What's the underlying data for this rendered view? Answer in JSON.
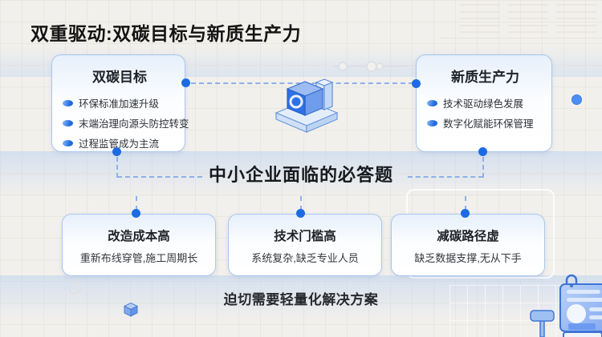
{
  "slide": {
    "title": "双重驱动:双碳目标与新质生产力",
    "section_title": "中小企业面临的必答题",
    "footer_note": "迫切需要轻量化解决方案"
  },
  "top_cards": [
    {
      "title": "双碳目标",
      "bullets": [
        "环保标准加速升级",
        "末端治理向源头防控转变",
        "过程监管成为主流"
      ]
    },
    {
      "title": "新质生产力",
      "bullets": [
        "技术驱动绿色发展",
        "数字化赋能环保管理"
      ]
    }
  ],
  "bottom_cards": [
    {
      "title": "改造成本高",
      "desc": "重新布线穿管,施工周期长"
    },
    {
      "title": "技术门槛高",
      "desc": "系统复杂,缺乏专业人员"
    },
    {
      "title": "减碳路径虚",
      "desc": "缺乏数据支撑,无从下手"
    }
  ],
  "icons": {
    "center": "isometric-cube-illustration",
    "small_cube": "cube-icon",
    "clipboard": "clipboard-icon",
    "signpost": "signpost-icon"
  },
  "colors": {
    "background": "#f2f0ec",
    "accent_blue": "#1d6be4",
    "card_border": "#a9c6ee",
    "dash_blue": "#8fb0e6",
    "title_text": "#141414"
  }
}
